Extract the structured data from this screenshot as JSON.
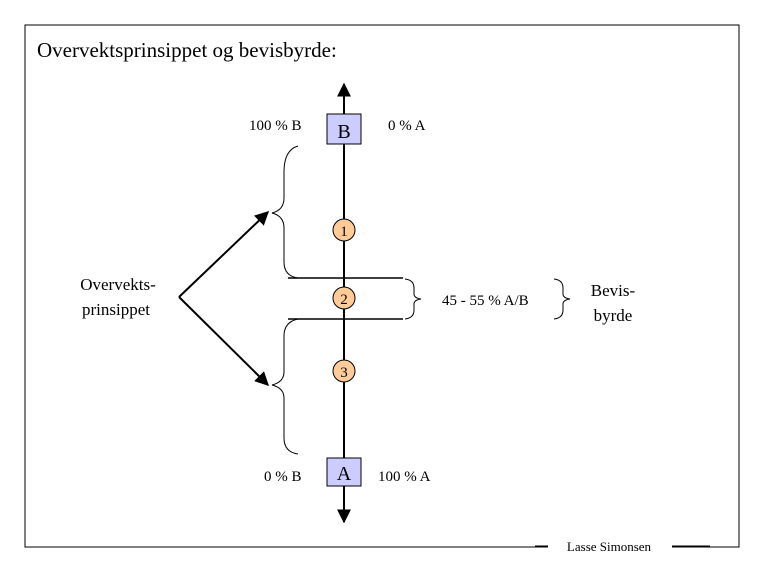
{
  "title": "Overvektsprinsippet og bevisbyrde:",
  "top_box": {
    "label": "B",
    "left_text": "100 % B",
    "right_text": "0 % A"
  },
  "bottom_box": {
    "label": "A",
    "left_text": "0 % B",
    "right_text": "100 % A"
  },
  "markers": [
    "1",
    "2",
    "3"
  ],
  "left_label": {
    "line1": "Overvekts-",
    "line2": "prinsippet"
  },
  "middle_label": "45 - 55 % A/B",
  "right_label": {
    "line1": "Bevis-",
    "line2": "byrde"
  },
  "author": "Lasse Simonsen",
  "colors": {
    "box_fill": "#ccccff",
    "marker_fill": "#ffcc99",
    "stroke": "#000000"
  }
}
